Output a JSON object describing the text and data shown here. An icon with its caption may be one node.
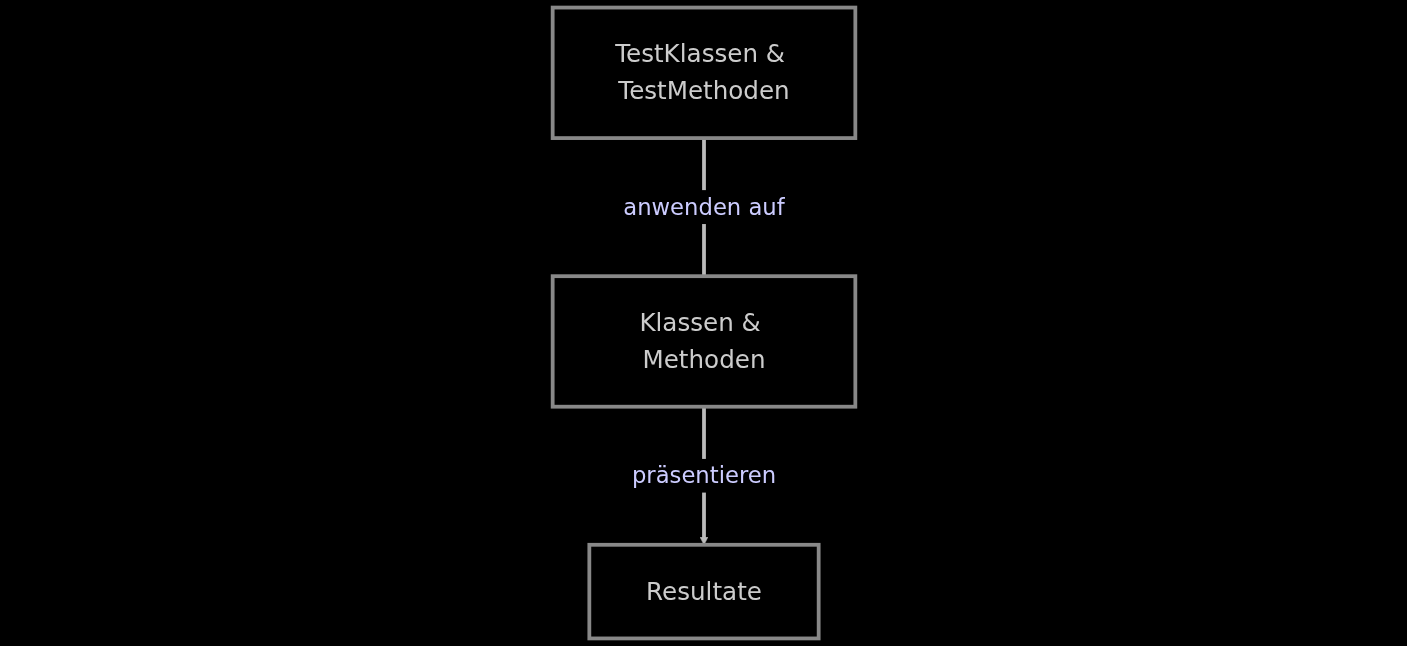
{
  "diagram": {
    "nodes": [
      {
        "text": [
          "Klassen & Methoden"
        ]
      },
      {
        "text": [
          "TestKlassen & TestMethoden"
        ]
      },
      {
        "text": [
          "Resultate"
        ]
      }
    ],
    "edges": [
      {
        "from": 1,
        "to": 0,
        "label": "anwenden auf",
        "arrow": "none"
      },
      {
        "from": 0,
        "to": 2,
        "label": "präsentieren",
        "arrow": "to"
      }
    ]
  }
}
